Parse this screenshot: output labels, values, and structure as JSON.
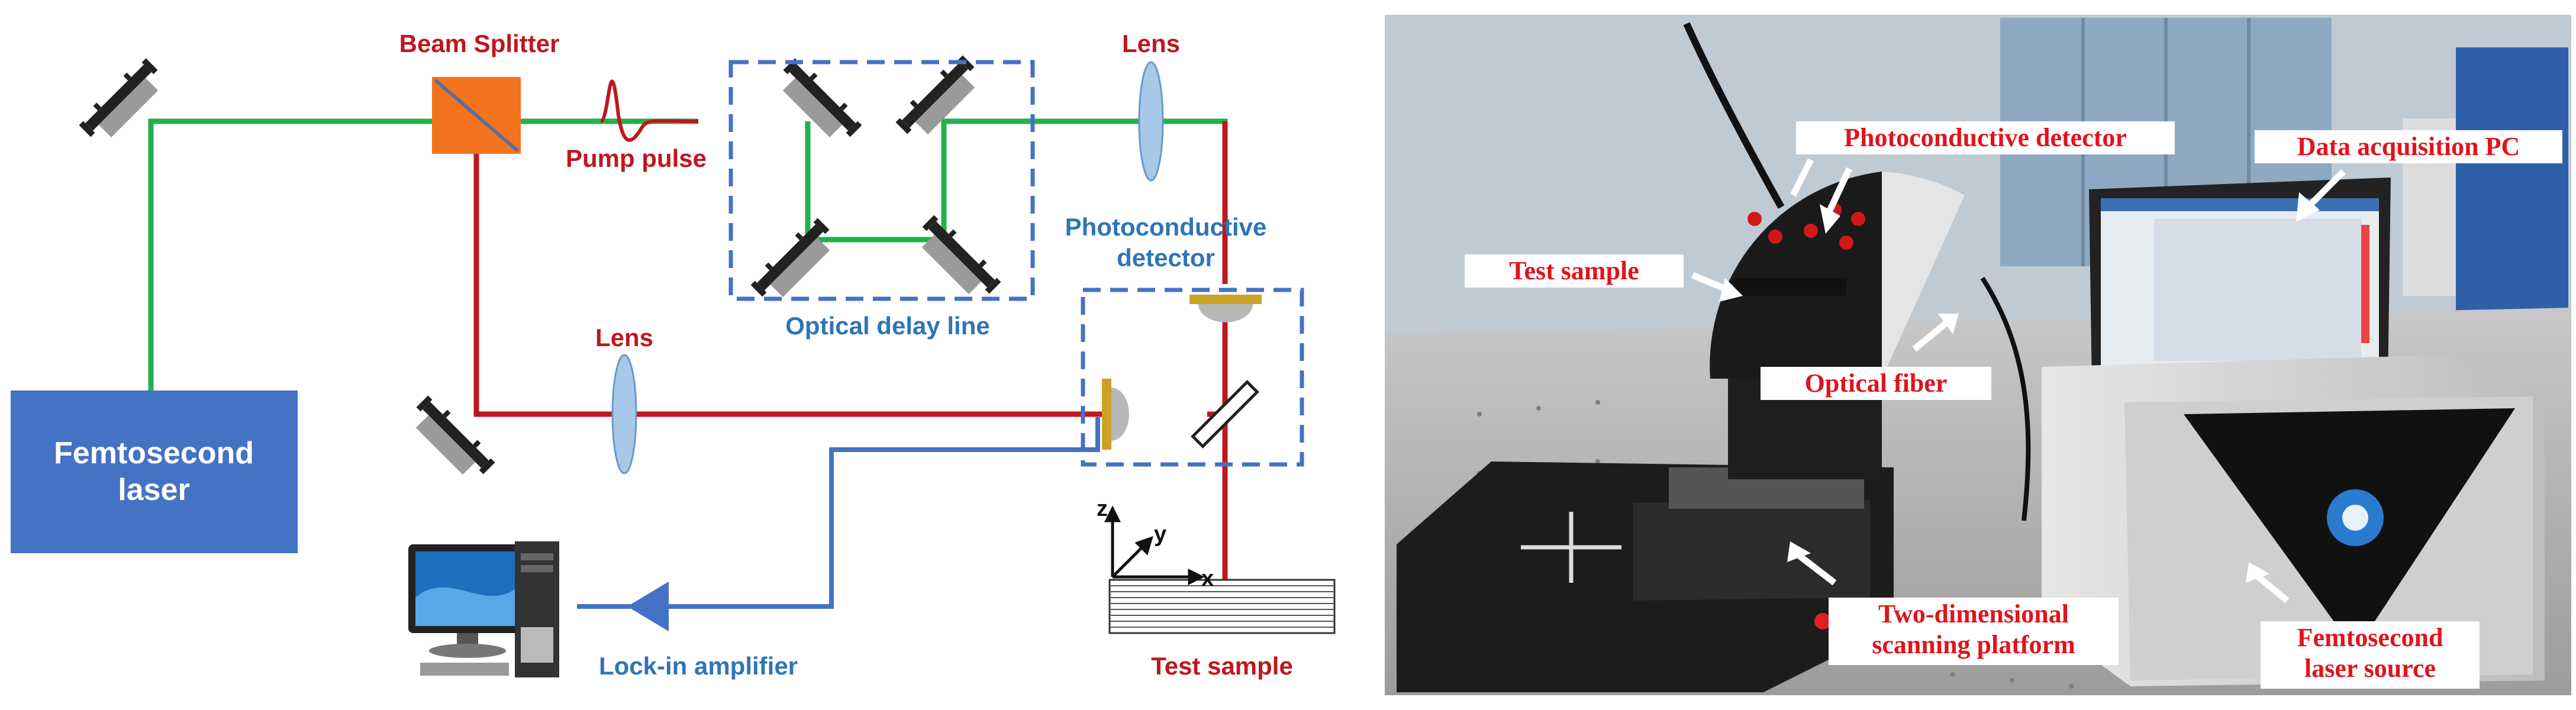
{
  "schematic": {
    "labels": {
      "beam_splitter": "Beam Splitter",
      "pump_pulse": "Pump pulse",
      "lens_top": "Lens",
      "photoconductive_detector_line1": "Photoconductive",
      "photoconductive_detector_line2": "detector",
      "optical_delay_line": "Optical delay line",
      "lens_middle": "Lens",
      "laser_line1": "Femtosecond",
      "laser_line2": "laser",
      "lock_in_amplifier": "Lock-in amplifier",
      "test_sample": "Test sample",
      "axis_z": "z",
      "axis_y": "y",
      "axis_x": "x"
    },
    "colors": {
      "green_beam": "#22b14c",
      "red_beam": "#c0161e",
      "signal_blue": "#4472c4",
      "label_red": "#c0161e",
      "label_blue": "#2e75b6",
      "laser_box": "#4472c4",
      "splitter": "#f4731f",
      "lens": "#a8c8ea",
      "detector_gold": "#c9a227"
    }
  },
  "photo": {
    "labels": {
      "photoconductive_detector": "Photoconductive detector",
      "data_acquisition_pc": "Data acquisition PC",
      "test_sample": "Test sample",
      "optical_fiber": "Optical fiber",
      "two_dimensional_line1": "Two-dimensional",
      "two_dimensional_line2": "scanning platform",
      "femtosecond_line1": "Femtosecond",
      "femtosecond_line2": "laser source"
    },
    "colors": {
      "label_text": "#e0141e",
      "label_bg": "#ffffff",
      "arrow": "#ffffff"
    }
  }
}
